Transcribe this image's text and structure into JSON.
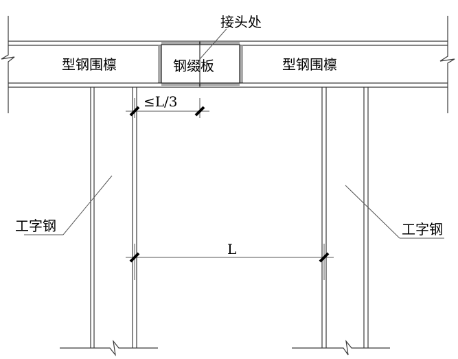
{
  "diagram": {
    "type": "structural-detail",
    "labels": {
      "joint": "接头处",
      "waler_left": "型钢围檩",
      "waler_right": "型钢围檩",
      "splice_plate": "钢缀板",
      "i_beam_left": "工字钢",
      "i_beam_right": "工字钢"
    },
    "dimensions": {
      "joint_offset": "≤L/3",
      "span": "L"
    },
    "colors": {
      "line": "#3a3a3a",
      "text": "#000000",
      "background": "#ffffff"
    }
  }
}
